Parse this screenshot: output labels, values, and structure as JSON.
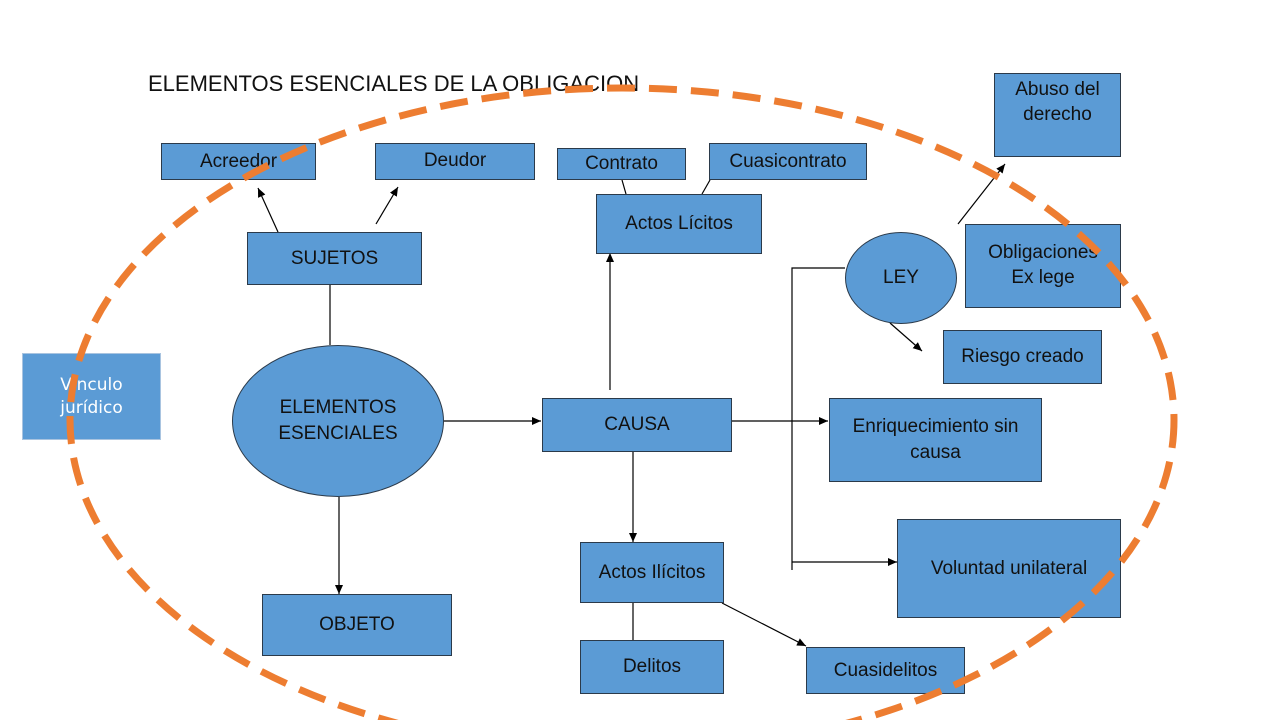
{
  "title": "ELEMENTOS ESENCIALES DE LA OBLIGACION",
  "nodes": {
    "acreedor": "Acreedor",
    "deudor": "Deudor",
    "contrato": "Contrato",
    "cuasicontrato": "Cuasicontrato",
    "abuso": "Abuso del\nderecho",
    "sujetos": "SUJETOS",
    "actos_licitos": "Actos Lícitos",
    "obligaciones": "Obligaciones\nEx lege",
    "ley": "LEY",
    "riesgo": "Riesgo creado",
    "vinculo": "Vínculo\njurídico",
    "elementos": "ELEMENTOS\nESENCIALES",
    "causa": "CAUSA",
    "enriquecimiento": "Enriquecimiento sin\ncausa",
    "voluntad": "Voluntad unilateral",
    "actos_ilicitos": "Actos Ilícitos",
    "objeto": "OBJETO",
    "delitos": "Delitos",
    "cuasidelitos": "Cuasidelitos"
  },
  "colors": {
    "node_fill": "#5b9bd5",
    "dashed_ellipse": "#ed7d31",
    "connector": "#000000"
  }
}
